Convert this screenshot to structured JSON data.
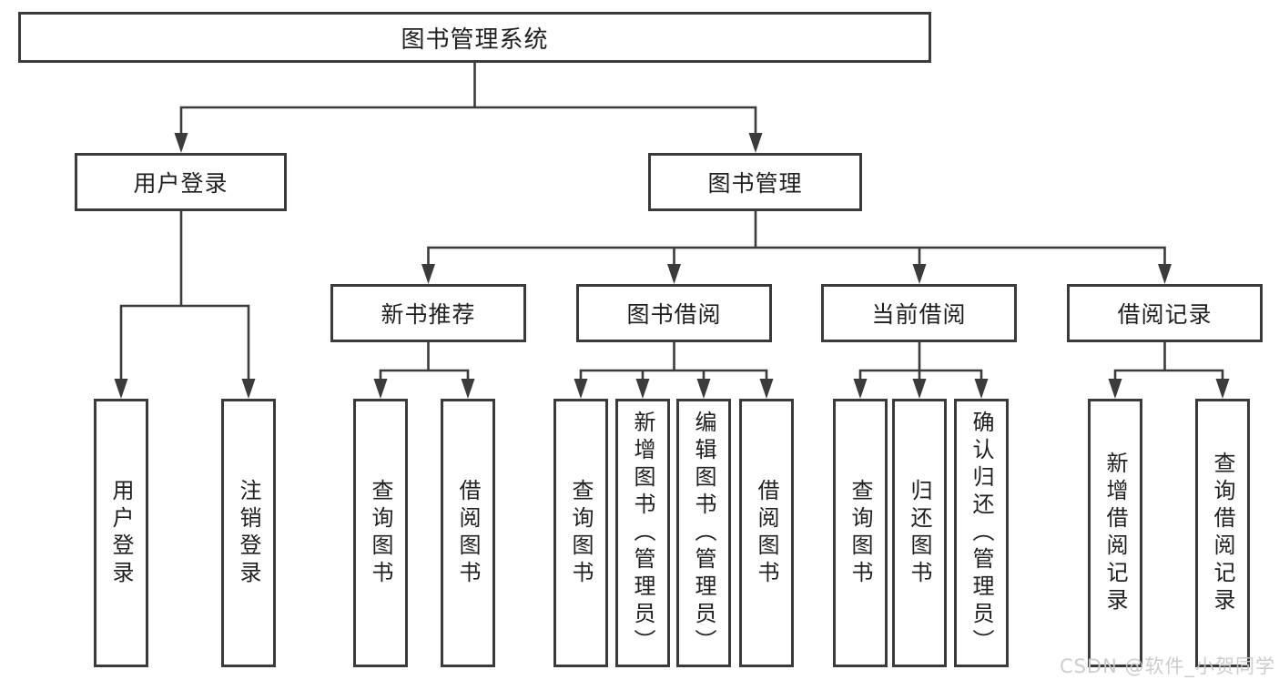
{
  "diagram": {
    "root": "图书管理系统",
    "level2": [
      "用户登录",
      "图书管理"
    ],
    "level3": [
      "新书推荐",
      "图书借阅",
      "当前借阅",
      "借阅记录"
    ],
    "groups": {
      "user_login": [
        "用户登录",
        "注销登录"
      ],
      "new_books": [
        "查询图书",
        "借阅图书"
      ],
      "book_borrow": [
        "查询图书",
        "新增图书（管理员）",
        "编辑图书（管理员）",
        "借阅图书"
      ],
      "current_borrow": [
        "查询图书",
        "归还图书",
        "确认归还（管理员）"
      ],
      "borrow_records": [
        "新增借阅记录",
        "查询借阅记录"
      ]
    }
  },
  "watermark": "CSDN @软件_小贺同学",
  "colors": {
    "line": "#3b3b3b",
    "text": "#1f1f1f",
    "background": "#ffffff",
    "watermark": "#c9c9c9"
  }
}
